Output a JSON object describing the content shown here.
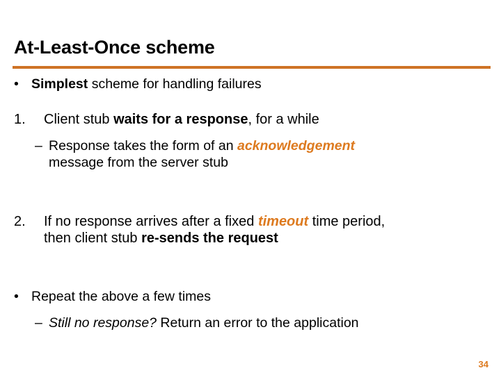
{
  "slide": {
    "title": "At-Least-Once scheme",
    "page_number": "34",
    "accent_color": "#DD7A1F",
    "rule_color": "#CE7326",
    "background_color": "#FFFFFF",
    "text_color": "#000000"
  },
  "bullets": {
    "intro": {
      "marker": "•",
      "bold_lead": "Simplest",
      "rest": " scheme for handling failures"
    },
    "step1": {
      "marker": "1.",
      "part1": "Client stub ",
      "bold": "waits for a response",
      "part2": ", for a while",
      "sub": {
        "marker": "–",
        "part1": "Response takes the form of an ",
        "accent": "acknowledgement",
        "cont": "message from the server stub"
      }
    },
    "step2": {
      "marker": "2.",
      "part1": "If no response arrives after a fixed ",
      "accent": "timeout",
      "part2": " time period,",
      "cont_part1": "then client stub ",
      "cont_bold": "re-sends the request"
    },
    "repeat": {
      "marker": "•",
      "text": "Repeat the above a few times",
      "sub": {
        "marker": "–",
        "italic": "Still no response?",
        "rest": "  Return an error to the application"
      }
    }
  }
}
